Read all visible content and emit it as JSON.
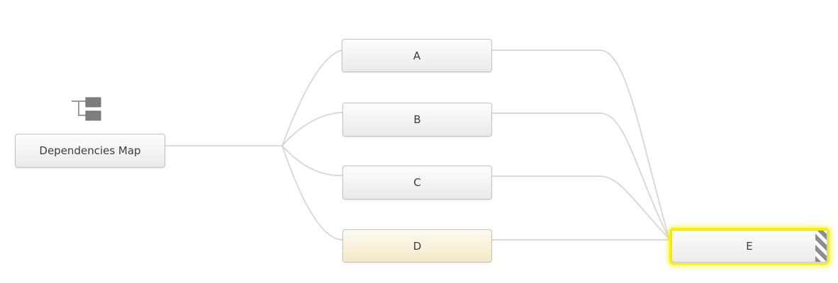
{
  "diagram": {
    "root": {
      "label": "Dependencies Map",
      "icon": "hierarchy-icon"
    },
    "nodes": [
      {
        "id": "A",
        "label": "A",
        "state": "default"
      },
      {
        "id": "B",
        "label": "B",
        "state": "default"
      },
      {
        "id": "C",
        "label": "C",
        "state": "default"
      },
      {
        "id": "D",
        "label": "D",
        "state": "highlighted"
      },
      {
        "id": "E",
        "label": "E",
        "state": "selected",
        "badge": "striped-status"
      }
    ],
    "edges": [
      {
        "from": "root",
        "to": "A"
      },
      {
        "from": "root",
        "to": "B"
      },
      {
        "from": "root",
        "to": "C"
      },
      {
        "from": "root",
        "to": "D"
      },
      {
        "from": "A",
        "to": "E"
      },
      {
        "from": "B",
        "to": "E"
      },
      {
        "from": "C",
        "to": "E"
      },
      {
        "from": "D",
        "to": "E"
      }
    ]
  },
  "colors": {
    "node-border": "#c4c4c4",
    "connector": "#d6d6d6",
    "selection-yellow": "#f8f000",
    "highlight-top": "#fdfaf0",
    "highlight-bottom": "#f3e7c6",
    "node-top": "#fdfdfd",
    "node-bottom": "#eaeaea",
    "stripe-gray": "#8d8d8d",
    "icon-gray": "#7d7d7d",
    "text": "#3c3c3c"
  }
}
